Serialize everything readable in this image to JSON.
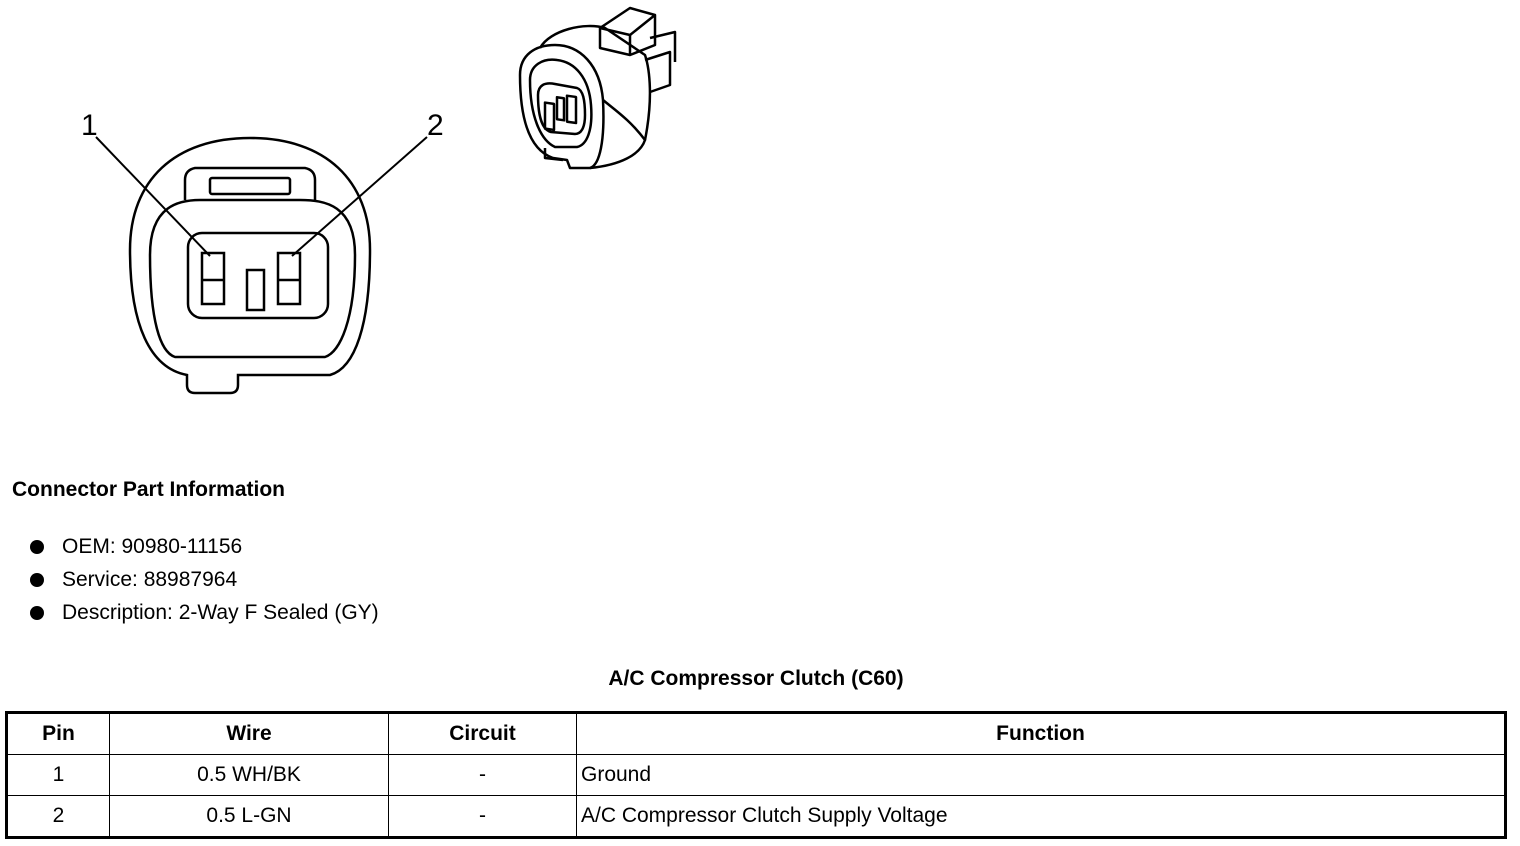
{
  "diagram": {
    "pin_labels": [
      "1",
      "2"
    ]
  },
  "info": {
    "title": "Connector Part Information",
    "items": [
      "OEM: 90980-11156",
      "Service: 88987964",
      "Description: 2-Way F Sealed (GY)"
    ]
  },
  "table": {
    "title": "A/C Compressor Clutch (C60)",
    "headers": [
      "Pin",
      "Wire",
      "Circuit",
      "Function"
    ],
    "rows": [
      [
        "1",
        "0.5 WH/BK",
        "-",
        "Ground"
      ],
      [
        "2",
        "0.5 L-GN",
        "-",
        "A/C Compressor Clutch Supply Voltage"
      ]
    ]
  }
}
